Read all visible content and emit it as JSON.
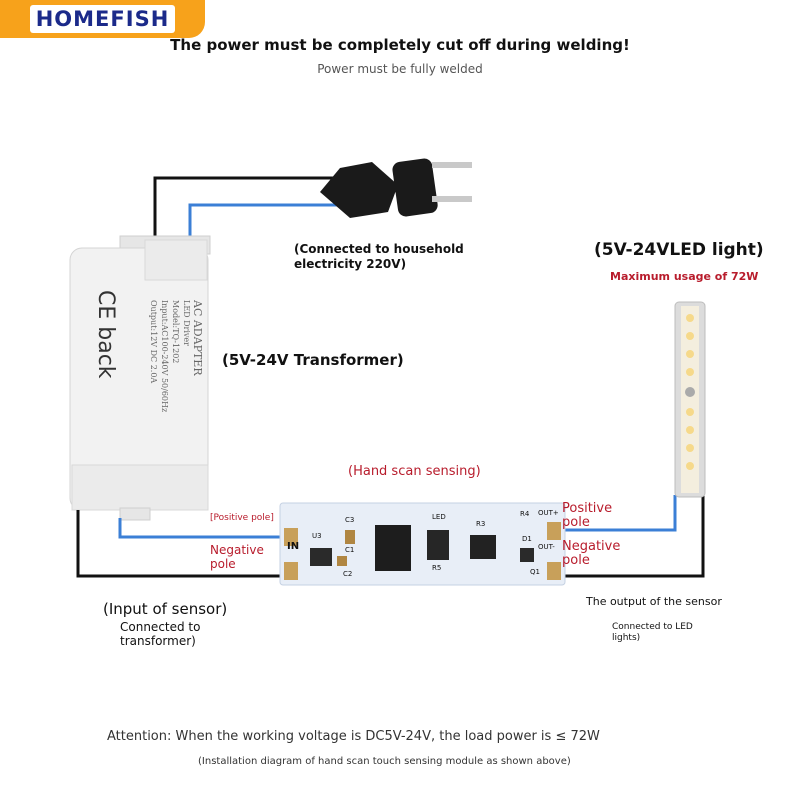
{
  "logo": "HOMEFISH",
  "title": "The power must be completely cut off during welding!",
  "subtitle": "Power must be fully welded",
  "household": {
    "line1": "(Connected to household",
    "line2": "electricity 220V)"
  },
  "led_light": {
    "title": "(5V-24VLED light)",
    "max": "Maximum usage of 72W"
  },
  "transformer": {
    "label": "(5V-24V Transformer)",
    "ce_text": "CE back",
    "case_lines": [
      "AC ADAPTER",
      "LED Driver",
      "Model:TQ-1202",
      "Input:AC100-240V 50/60Hz",
      "Output:12V DC 2.0A"
    ]
  },
  "hand_scan": "(Hand scan sensing)",
  "board": {
    "left_positive": "[Positive pole]",
    "left_negative": {
      "line1": "Negative",
      "line2": "pole"
    },
    "right_positive": {
      "line1": "Positive",
      "line2": "pole"
    },
    "right_negative": {
      "line1": "Negative",
      "line2": "pole"
    },
    "in_label": "IN",
    "out_plus": "OUT+",
    "out_minus": "OUT-",
    "marks": [
      "U3",
      "C3",
      "C1",
      "C2",
      "LED",
      "R3",
      "R4",
      "R5",
      "D1",
      "Q1"
    ]
  },
  "input_sensor": {
    "line1": "(Input of sensor)",
    "line2": "Connected to",
    "line3": "transformer)"
  },
  "output_sensor": {
    "line1": "The output of the sensor",
    "line2": "Connected to LED",
    "line3": "lights)"
  },
  "attention": "Attention: When the working voltage is DC5V-24V, the load power is ≤ 72W",
  "caption": "(Installation diagram of hand scan touch sensing module as shown above)",
  "colors": {
    "wire_black": "#111111",
    "wire_blue": "#3b7fd6",
    "accent_red": "#b81c2c",
    "logo_orange": "#f7a21b",
    "logo_blue": "#1b2a8a",
    "board_blue": "#e8eef7"
  }
}
